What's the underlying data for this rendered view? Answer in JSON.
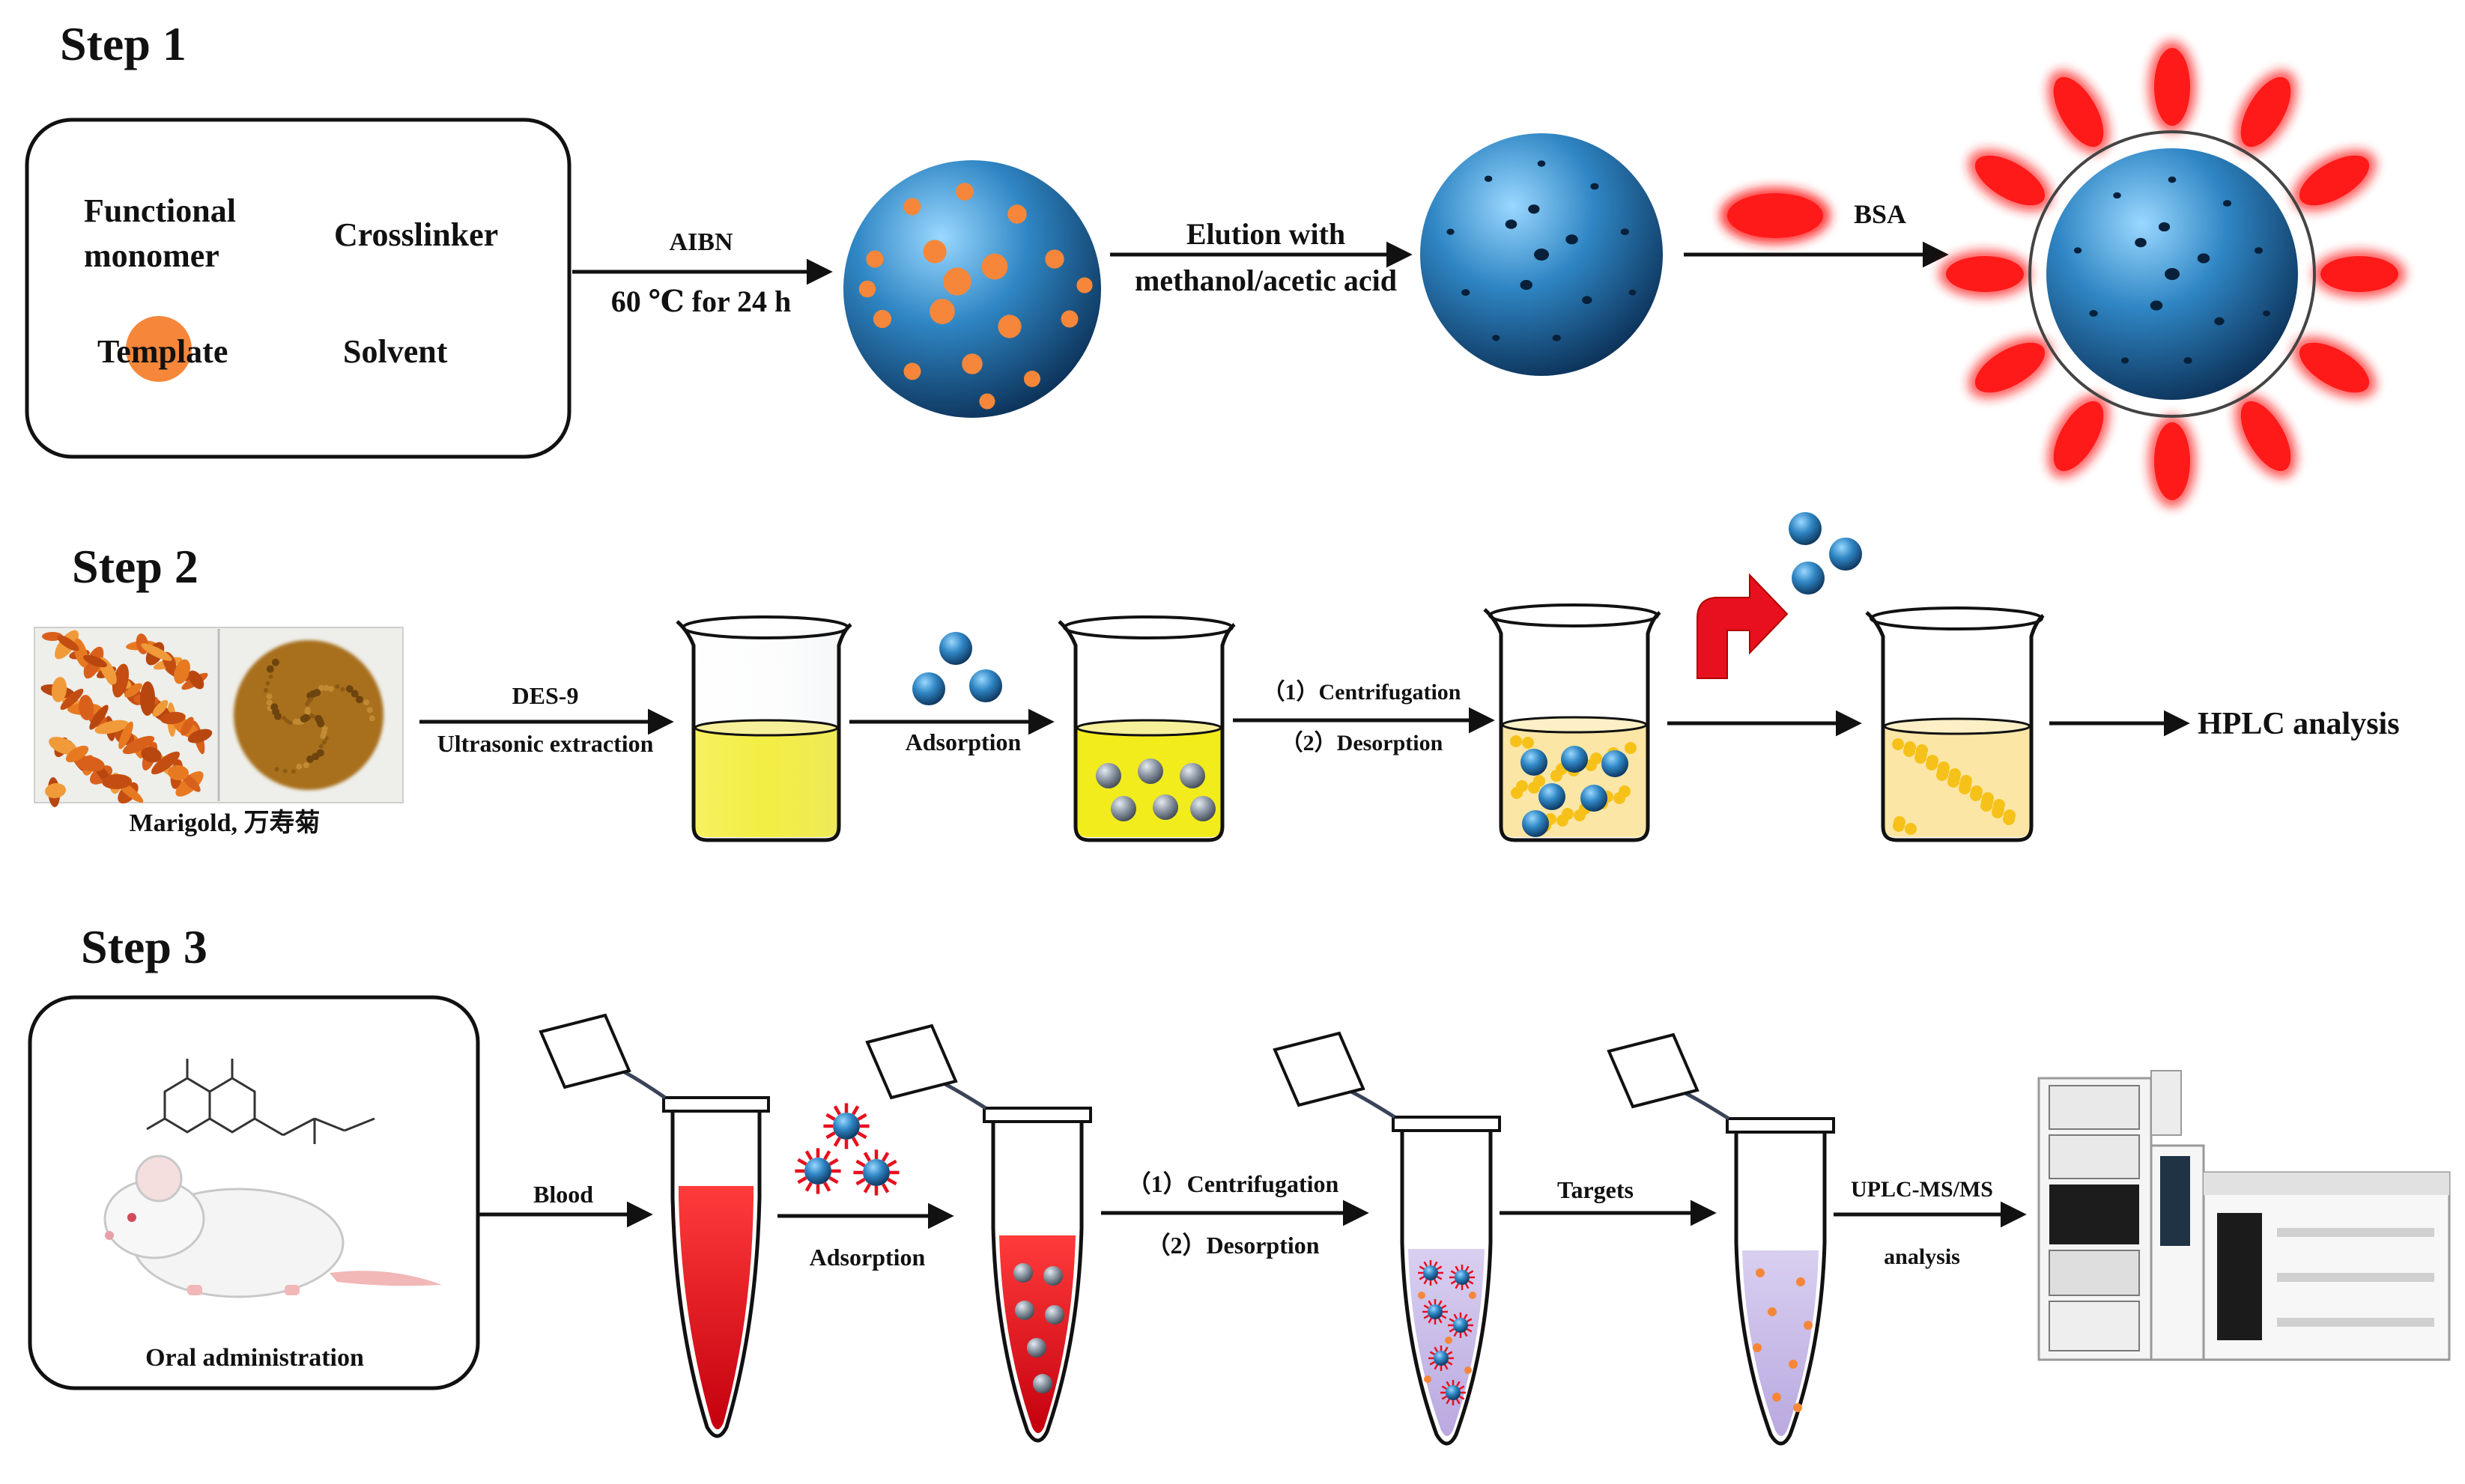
{
  "steps": {
    "step1": {
      "title": "Step 1",
      "reagents": {
        "functional_monomer_line1": "Functional",
        "functional_monomer_line2": "monomer",
        "crosslinker": "Crosslinker",
        "template": "Template",
        "solvent": "Solvent"
      },
      "arrow1_top": "AIBN",
      "arrow1_bottom": "60 ℃ for 24 h",
      "arrow2_top": "Elution with",
      "arrow2_bottom": "methanol/acetic acid",
      "arrow3_label": "BSA"
    },
    "step2": {
      "title": "Step 2",
      "sample_label": "Marigold, 万寿菊",
      "arrow1_top": "DES-9",
      "arrow1_bottom": "Ultrasonic extraction",
      "arrow2_bottom": "Adsorption",
      "arrow3_top": "（1）Centrifugation",
      "arrow3_bottom": "（2）Desorption",
      "final_label": "HPLC analysis"
    },
    "step3": {
      "title": "Step 3",
      "box_caption": "Oral administration",
      "arrow1_top": "Blood",
      "arrow2_bottom": "Adsorption",
      "arrow3_top": "（1）Centrifugation",
      "arrow3_bottom": "（2）Desorption",
      "arrow4_top": "Targets",
      "arrow5_top": "UPLC-MS/MS",
      "arrow5_bottom": "analysis"
    }
  },
  "colors": {
    "mip_blue": "#2f86c4",
    "template_orange": "#f6873a",
    "bsa_red": "#ff1a1a",
    "extract_yellow": "#f3ec1c",
    "pale_yellow": "#fbe6a6",
    "blood_red": "#e8101e",
    "plasma_lilac": "#cbbfe6",
    "nanoparticle_gray": "#7f8c99"
  }
}
